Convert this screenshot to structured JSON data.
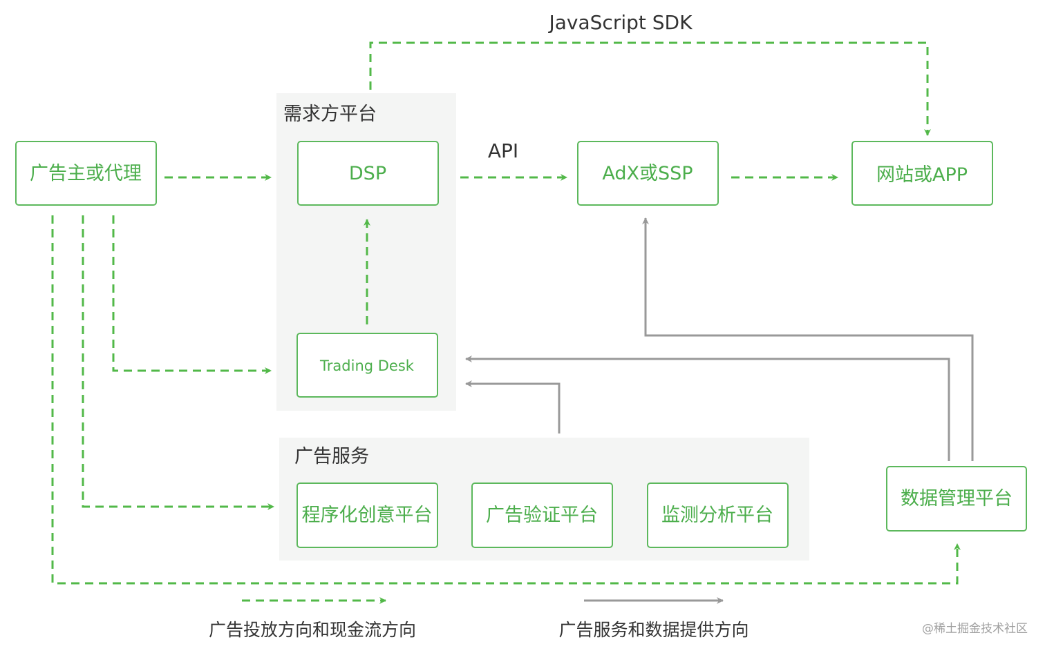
{
  "colors": {
    "green": "#52b848",
    "gray": "#999999",
    "group_bg": "#f4f5f4",
    "text_dark": "#333333"
  },
  "labels": {
    "javascript_sdk": "JavaScript SDK",
    "api": "API"
  },
  "groups": {
    "demand_platform": "需求方平台",
    "ad_services": "广告服务"
  },
  "nodes": {
    "advertiser": "广告主或代理",
    "dsp": "DSP",
    "trading_desk": "Trading Desk",
    "adx_ssp": "AdX或SSP",
    "website_app": "网站或APP",
    "creative_platform": "程序化创意平台",
    "verification_platform": "广告验证平台",
    "monitoring_platform": "监测分析平台",
    "data_platform": "数据管理平台"
  },
  "legend": {
    "green_dashed": "广告投放方向和现金流方向",
    "gray_solid": "广告服务和数据提供方向"
  },
  "watermark": "@稀土掘金技术社区"
}
